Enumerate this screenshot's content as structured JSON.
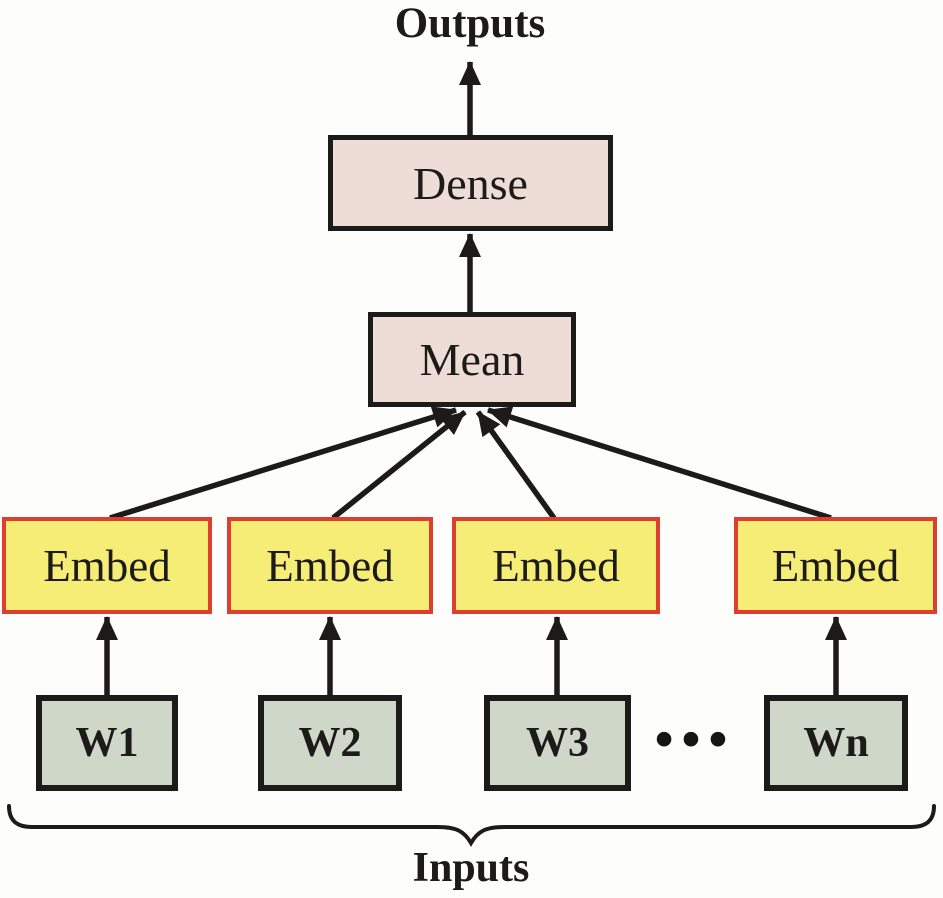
{
  "labels": {
    "outputs": "Outputs",
    "inputs": "Inputs",
    "ellipsis": "•••"
  },
  "boxes": {
    "dense": "Dense",
    "mean": "Mean",
    "embed": [
      "Embed",
      "Embed",
      "Embed",
      "Embed"
    ],
    "inputs": [
      "W1",
      "W2",
      "W3",
      "Wn"
    ]
  },
  "colors": {
    "background": "#fdfdfc",
    "line_color": "#1c1b1a",
    "box_pink_fill": "#eeddd7",
    "box_yellow_fill": "#f6ed77",
    "box_yellow_border": "#dd3e2f",
    "box_green_fill": "#ced7c8"
  }
}
